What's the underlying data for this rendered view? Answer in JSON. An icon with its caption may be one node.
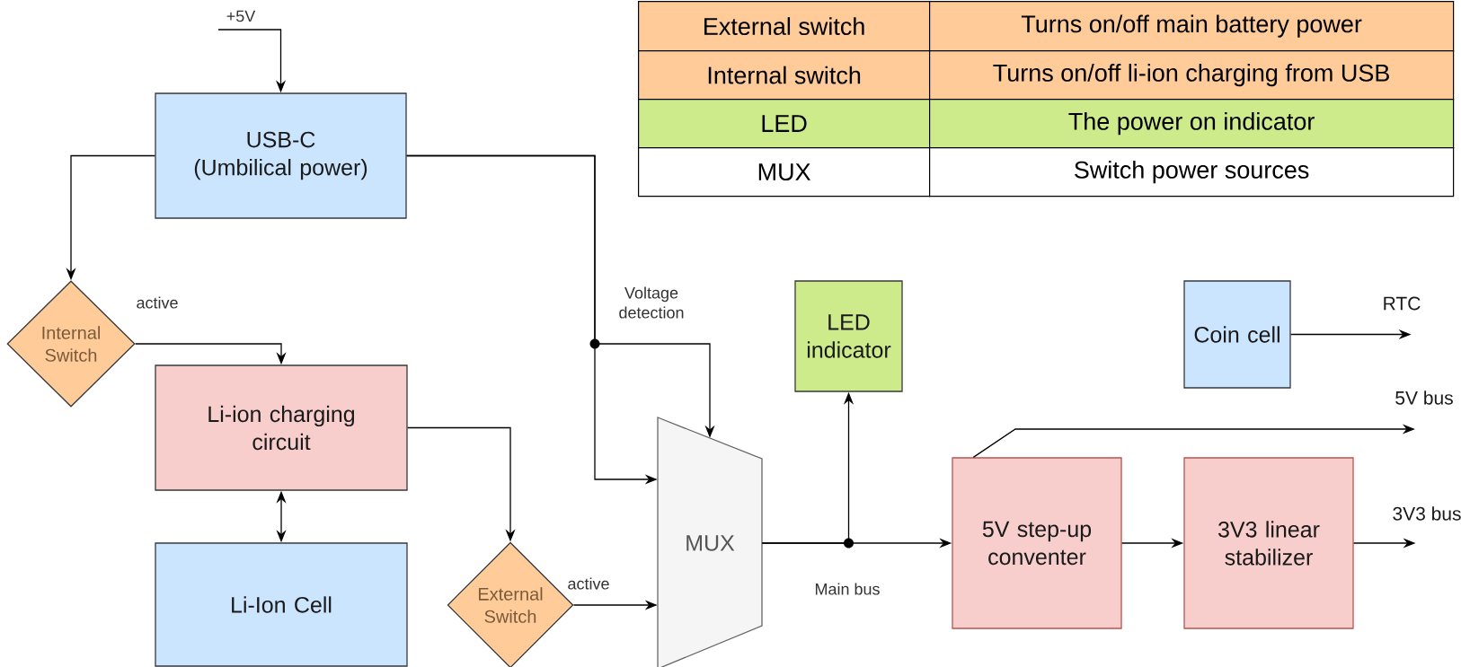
{
  "diagram": {
    "nodes": [
      {
        "text": [
          "USB-C",
          "(Umbilical power)"
        ]
      },
      {
        "text": [
          "Internal Switch"
        ]
      },
      {
        "text": [
          "Li-ion charging circuit"
        ]
      },
      {
        "text": [
          "Li-Ion Cell"
        ]
      },
      {
        "text": [
          "External Switch"
        ]
      },
      {
        "text": [
          "MUX"
        ]
      },
      {
        "text": [
          "LED indicator"
        ]
      },
      {
        "text": [
          "5V step-up conventer"
        ]
      },
      {
        "text": [
          "3V3 linear stabilizer"
        ]
      },
      {
        "text": [
          "Coin cell"
        ]
      }
    ],
    "edges": [
      {
        "from": null,
        "to": 0,
        "arrow": "to",
        "label": "+5V"
      },
      {
        "from": 0,
        "to": 1,
        "arrow": "to"
      },
      {
        "from": 1,
        "to": 2,
        "arrow": "to",
        "label": "active"
      },
      {
        "from": 2,
        "to": 3,
        "arrow": "both"
      },
      {
        "from": 2,
        "to": 4,
        "arrow": "to"
      },
      {
        "from": 4,
        "to": 5,
        "arrow": "to",
        "label": "active"
      },
      {
        "from": 0,
        "to": 5,
        "arrow": "to"
      },
      {
        "from": 0,
        "to": 5,
        "arrow": "to",
        "label": "Voltage detection"
      },
      {
        "from": 5,
        "to": 7,
        "arrow": "to",
        "label": "Main bus"
      },
      {
        "from": 5,
        "to": 6,
        "arrow": "to"
      },
      {
        "from": 7,
        "to": 8,
        "arrow": "to"
      },
      {
        "from": 7,
        "to": null,
        "arrow": "to",
        "label": "5V bus"
      },
      {
        "from": 8,
        "to": null,
        "arrow": "to",
        "label": "3V3 bus"
      },
      {
        "from": 9,
        "to": null,
        "arrow": "to",
        "label": "RTC"
      }
    ],
    "labels": [
      "External switch",
      "Turns on/off main battery power",
      "Internal switch",
      "Turns on/off li-ion charging from USB",
      "LED",
      "The power on indicator",
      "MUX",
      "Switch power sources"
    ]
  }
}
